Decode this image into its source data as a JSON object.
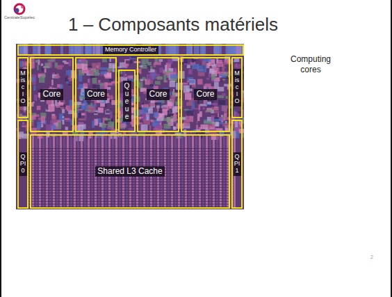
{
  "diagram": {
    "title": "1 – Composants matériels",
    "nodes": [
      {
        "text": [
          "Memory Controller"
        ]
      },
      {
        "text": [
          "Misc IO"
        ]
      },
      {
        "text": [
          "Core"
        ]
      },
      {
        "text": [
          "Core"
        ]
      },
      {
        "text": [
          "Queue"
        ]
      },
      {
        "text": [
          "Core"
        ]
      },
      {
        "text": [
          "Core"
        ]
      },
      {
        "text": [
          "Misc IO"
        ]
      },
      {
        "text": [
          "QPI 0"
        ]
      },
      {
        "text": [
          "Shared L3 Cache"
        ]
      },
      {
        "text": [
          "QPI 1"
        ]
      }
    ],
    "labels": [
      "CentraleSupélec",
      "Computing cores",
      "2"
    ]
  }
}
